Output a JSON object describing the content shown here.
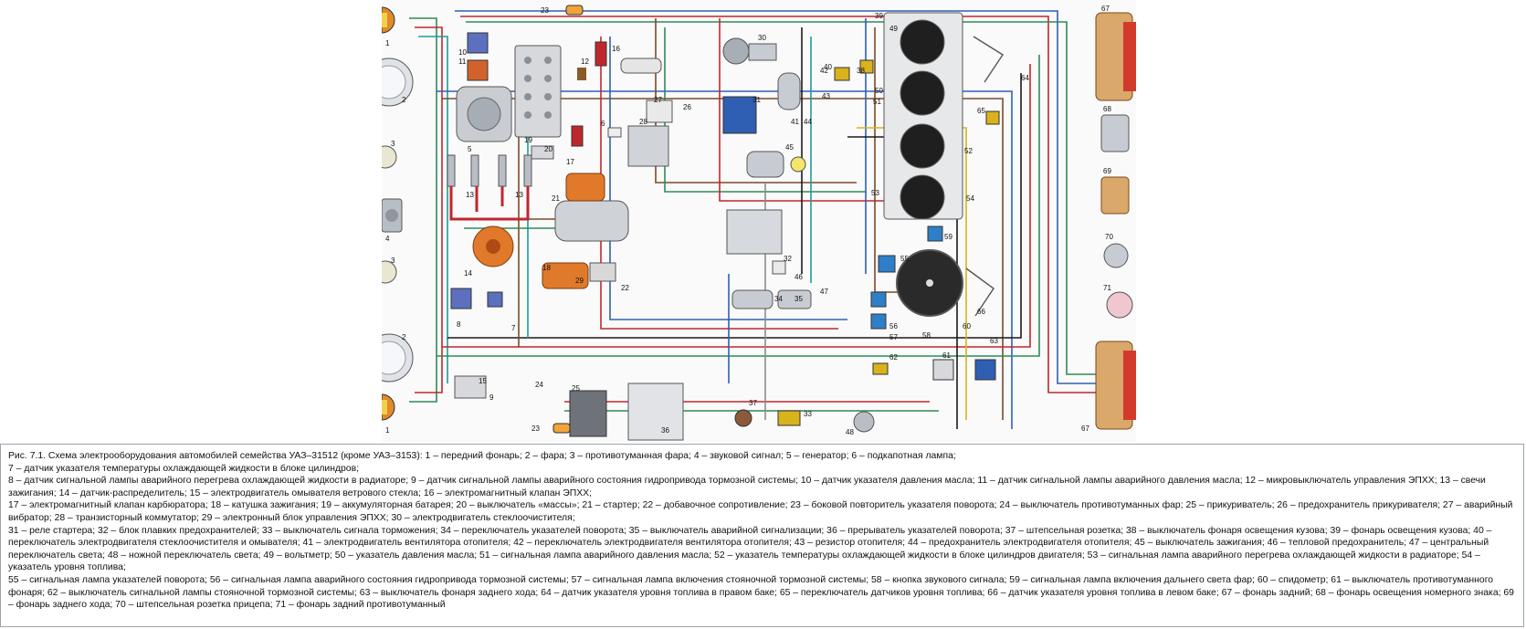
{
  "figure": {
    "caption_lines": [
      "Рис. 7.1. Схема электрооборудования автомобилей семейства УАЗ–31512 (кроме УАЗ–3153): 1 – передний фонарь; 2 – фара; 3 – противотуманная фара; 4 – звуковой сигнал; 5 – генератор; 6 – подкапотная лампа;",
      "7 – датчик указателя температуры охлаждающей жидкости в блоке цилиндров;",
      "8 – датчик сигнальной лампы аварийного перегрева охлаждающей жидкости в радиаторе; 9 – датчик сигнальной лампы аварийного состояния гидропривода тормозной системы; 10 – датчик указателя давления масла; 11 – датчик сигнальной лампы аварийного давления масла; 12 – микровыключатель управления ЭПХХ; 13 – свечи зажигания; 14 – датчик-распределитель; 15 – электродвигатель омывателя ветрового стекла; 16 – электромагнитный клапан ЭПХХ;",
      "17 – электромагнитный клапан карбюратора; 18 – катушка зажигания; 19 – аккумуляторная батарея; 20 – выключатель «массы»; 21 – стартер; 22 – добавочное сопротивление; 23 – боковой повторитель указателя поворота; 24 – выключатель противотуманных фар; 25 – прикуриватель; 26 – предохранитель прикуривателя; 27 – аварийный вибратор; 28 – транзисторный коммутатор; 29 – электронный блок управления ЭПХХ; 30 – электродвигатель стеклоочистителя;",
      "31 – реле стартера; 32 – блок плавких предохранителей; 33 – выключатель сигнала торможения; 34 – переключатель указателей поворота; 35 – выключатель аварийной сигнализации; 36 – прерыватель указателей поворота; 37 – штепсельная розетка; 38 – выключатель фонаря освещения кузова; 39 – фонарь освещения кузова; 40 – переключатель электродвигателя стеклоочистителя и омывателя; 41 – электродвигатель вентилятора отопителя; 42 – переключатель электродвигателя вентилятора отопителя; 43 – резистор отопителя; 44 – предохранитель электродвигателя отопителя; 45 – выключатель зажигания; 46 – тепловой предохранитель; 47 – центральный переключатель света; 48 – ножной переключатель света; 49 – вольтметр; 50 – указатель давления масла; 51 – сигнальная лампа аварийного давления масла; 52 – указатель температуры охлаждающей жидкости в блоке цилиндров двигателя; 53 – сигнальная лампа аварийного перегрева охлаждающей жидкости в радиаторе; 54 – указатель уровня топлива;",
      "55 – сигнальная лампа указателей поворота; 56 – сигнальная лампа аварийного состояния гидропривода тормозной системы; 57 – сигнальная лампа включения стояночной тормозной системы; 58 – кнопка звукового сигнала; 59 – сигнальная лампа включения дальнего света фар; 60 – спидометр; 61 – выключатель противотуманного фонаря; 62 – выключатель сигнальной лампы стояночной тормозной системы; 63 – выключатель фонаря заднего хода; 64 – датчик указателя уровня топлива в правом баке; 65 – переключатель датчиков уровня топлива; 66 – датчик указателя уровня топлива в левом баке; 67 – фонарь задний; 68 – фонарь освещения номерного знака; 69 – фонарь заднего хода; 70 – штепсельная розетка прицепа; 71 – фонарь задний противотуманный"
    ]
  },
  "labels": {
    "l1a": "1",
    "l1b": "1",
    "l2a": "2",
    "l2b": "2",
    "l3a": "3",
    "l3b": "3",
    "l4": "4",
    "l5": "5",
    "l6": "6",
    "l7": "7",
    "l8": "8",
    "l9": "9",
    "l10": "10",
    "l11": "11",
    "l12": "12",
    "l13a": "13",
    "l13b": "13",
    "l14": "14",
    "l15": "15",
    "l16": "16",
    "l17": "17",
    "l18": "18",
    "l19": "19",
    "l20": "20",
    "l21": "21",
    "l22": "22",
    "l23a": "23",
    "l23b": "23",
    "l24": "24",
    "l25": "25",
    "l26": "26",
    "l27": "27",
    "l28": "28",
    "l29": "29",
    "l30": "30",
    "l31": "31",
    "l32": "32",
    "l33": "33",
    "l34": "34",
    "l35": "35",
    "l36": "36",
    "l37": "37",
    "l38": "38",
    "l39": "39",
    "l40": "40",
    "l41": "41",
    "l42": "42",
    "l43": "43",
    "l44": "44",
    "l45": "45",
    "l46": "46",
    "l47": "47",
    "l48": "48",
    "l49": "49",
    "l50": "50",
    "l51": "51",
    "l52": "52",
    "l53": "53",
    "l54": "54",
    "l55": "55",
    "l56": "56",
    "l57": "57",
    "l58": "58",
    "l59": "59",
    "l60": "60",
    "l61": "61",
    "l62": "62",
    "l63": "63",
    "l64": "64",
    "l65": "65",
    "l66": "66",
    "l67a": "67",
    "l67b": "67",
    "l68": "68",
    "l69": "69",
    "l70": "70",
    "l71": "71"
  },
  "colors": {
    "wire_red": "#c0272d",
    "wire_green": "#2e8b57",
    "wire_blue": "#2f5fb3",
    "wire_black": "#1a1a1a",
    "wire_brown": "#7a4a2a",
    "wire_teal": "#1f9a9a",
    "wire_yellow": "#d9b21c",
    "wire_gray": "#8c8c8c",
    "lamp_orange": "#e08a2a",
    "lamp_red": "#d23b2b",
    "caption_border": "#9aa3ad"
  }
}
